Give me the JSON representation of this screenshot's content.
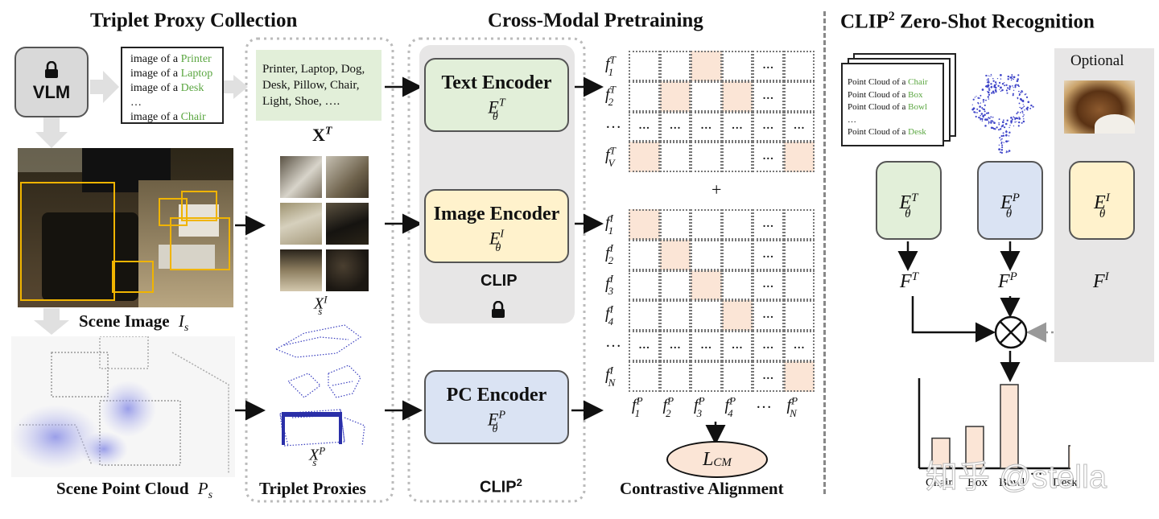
{
  "sections": {
    "triplet_proxy": "Triplet Proxy Collection",
    "pretraining": "Cross-Modal Pretraining",
    "zero_shot_prefix": "CLIP",
    "zero_shot_sup": "2",
    "zero_shot_rest": " Zero-Shot Recognition"
  },
  "vlm": {
    "label": "VLM"
  },
  "text_prompts": [
    {
      "prefix": "image of a ",
      "obj": "Printer"
    },
    {
      "prefix": "image of a ",
      "obj": "Laptop"
    },
    {
      "prefix": "image  of a ",
      "obj": "Desk"
    },
    {
      "prefix": "…",
      "obj": ""
    },
    {
      "prefix": "image  of a ",
      "obj": "Chair"
    }
  ],
  "vocab_text": [
    "Printer, Laptop, Dog,",
    "Desk, Pillow, Chair,",
    "Light, Shoe,  …."
  ],
  "labels": {
    "xt": "X",
    "xt_sup": "T",
    "xsi": "X",
    "xsi_sup": "I",
    "xsi_sub": "s",
    "xsp": "X",
    "xsp_sup": "P",
    "xsp_sub": "s",
    "scene_image": "Scene Image",
    "scene_image_sym": "I",
    "scene_image_sub": "s",
    "scene_pc": "Scene Point Cloud",
    "scene_pc_sym": "P",
    "scene_pc_sub": "s",
    "triplet_proxies": "Triplet Proxies",
    "contrastive": "Contrastive Alignment",
    "plus": "+",
    "optional": "Optional"
  },
  "encoders": {
    "text": {
      "name": "Text Encoder",
      "sym": "E",
      "sup": "T",
      "sub": "θ"
    },
    "image": {
      "name": "Image Encoder",
      "sym": "E",
      "sup": "I",
      "sub": "θ"
    },
    "pc": {
      "name": "PC Encoder",
      "sym": "E",
      "sup": "P",
      "sub": "θ"
    }
  },
  "clip_labels": {
    "clip": "CLIP",
    "clip2": "CLIP",
    "clip2_sup": "2"
  },
  "text_feats": [
    {
      "sup": "T",
      "sub": "1"
    },
    {
      "sup": "T",
      "sub": "2"
    },
    {
      "dots": "…"
    },
    {
      "sup": "T",
      "sub": "V"
    }
  ],
  "image_feats": [
    {
      "sup": "I",
      "sub": "1"
    },
    {
      "sup": "I",
      "sub": "2"
    },
    {
      "sup": "I",
      "sub": "3"
    },
    {
      "sup": "I",
      "sub": "4"
    },
    {
      "dots": "…"
    },
    {
      "sup": "I",
      "sub": "N"
    }
  ],
  "pc_feats": [
    {
      "sup": "P",
      "sub": "1"
    },
    {
      "sup": "P",
      "sub": "2"
    },
    {
      "sup": "P",
      "sub": "3"
    },
    {
      "sup": "P",
      "sub": "4"
    },
    {
      "dots": "…"
    },
    {
      "sup": "P",
      "sub": "N"
    }
  ],
  "loss": {
    "sym": "L",
    "sub": "CM"
  },
  "feat_sym": "f",
  "dots": "…",
  "zs_prompts": [
    {
      "prefix": "Point Cloud   of a ",
      "obj": "Chair"
    },
    {
      "prefix": "Point Cloud   of a ",
      "obj": "Box"
    },
    {
      "prefix": "Point Cloud   of a ",
      "obj": "Bowl"
    },
    {
      "prefix": "…",
      "obj": ""
    },
    {
      "prefix": "Point Cloud   of a ",
      "obj": "Desk"
    }
  ],
  "zs_encoders": [
    {
      "sym": "E",
      "sup": "T",
      "sub": "θ",
      "color": "#e2efd9"
    },
    {
      "sym": "E",
      "sup": "P",
      "sub": "θ",
      "color": "#dae3f3"
    },
    {
      "sym": "E",
      "sup": "I",
      "sub": "θ",
      "color": "#fff2cc"
    }
  ],
  "zs_feats": [
    {
      "sym": "F",
      "sup": "T"
    },
    {
      "sym": "F",
      "sup": "P"
    },
    {
      "sym": "F",
      "sup": "I"
    }
  ],
  "bar_chart": {
    "categories": [
      "Chair",
      "Box",
      "Bowl",
      "",
      "Desk"
    ],
    "values": [
      0.36,
      0.5,
      1.0,
      null,
      0.27
    ]
  },
  "watermark": "知乎 @stella",
  "colors": {
    "text_green": "#e2efd9",
    "image_yellow": "#fff2cc",
    "pc_blue": "#dae3f3",
    "highlight": "#fbe5d6",
    "clip_gray": "#e7e6e6",
    "bbox_orange": "#f0b400",
    "loss_fill": "#fbe5d6"
  }
}
